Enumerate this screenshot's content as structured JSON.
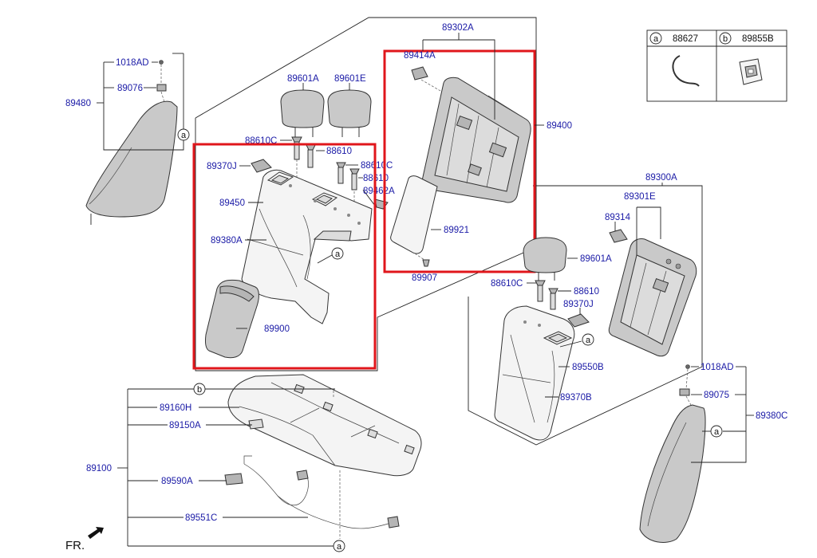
{
  "diagram": {
    "parts": {
      "p_1018ad_left": "1018AD",
      "p_89076": "89076",
      "p_89480": "89480",
      "p_89601a_top": "89601A",
      "p_89601e": "89601E",
      "p_88610c_top": "88610C",
      "p_88610_top": "88610",
      "p_89370j_top": "89370J",
      "p_88610c_mid": "88610C",
      "p_88610_mid": "88610",
      "p_89462a": "89462A",
      "p_89450": "89450",
      "p_89380a": "89380A",
      "p_89900": "89900",
      "p_89302a": "89302A",
      "p_89414a": "89414A",
      "p_89400": "89400",
      "p_89921": "89921",
      "p_89907": "89907",
      "p_89300a": "89300A",
      "p_89301e": "89301E",
      "p_89314": "89314",
      "p_89601a_right": "89601A",
      "p_88610c_right": "88610C",
      "p_88610_right": "88610",
      "p_89370j_right": "89370J",
      "p_89550b": "89550B",
      "p_89370b": "89370B",
      "p_1018ad_right": "1018AD",
      "p_89075": "89075",
      "p_89380c": "89380C",
      "p_89160h": "89160H",
      "p_89150a": "89150A",
      "p_89100": "89100",
      "p_89590a": "89590A",
      "p_89551c": "89551C"
    },
    "callouts": {
      "a": "a",
      "b": "b"
    },
    "legend": {
      "a_letter": "a",
      "a_part": "88627",
      "b_letter": "b",
      "b_part": "89855B"
    },
    "direction_label": "FR.",
    "highlight_color": "#e0161b",
    "label_color": "#1a1aa6"
  }
}
